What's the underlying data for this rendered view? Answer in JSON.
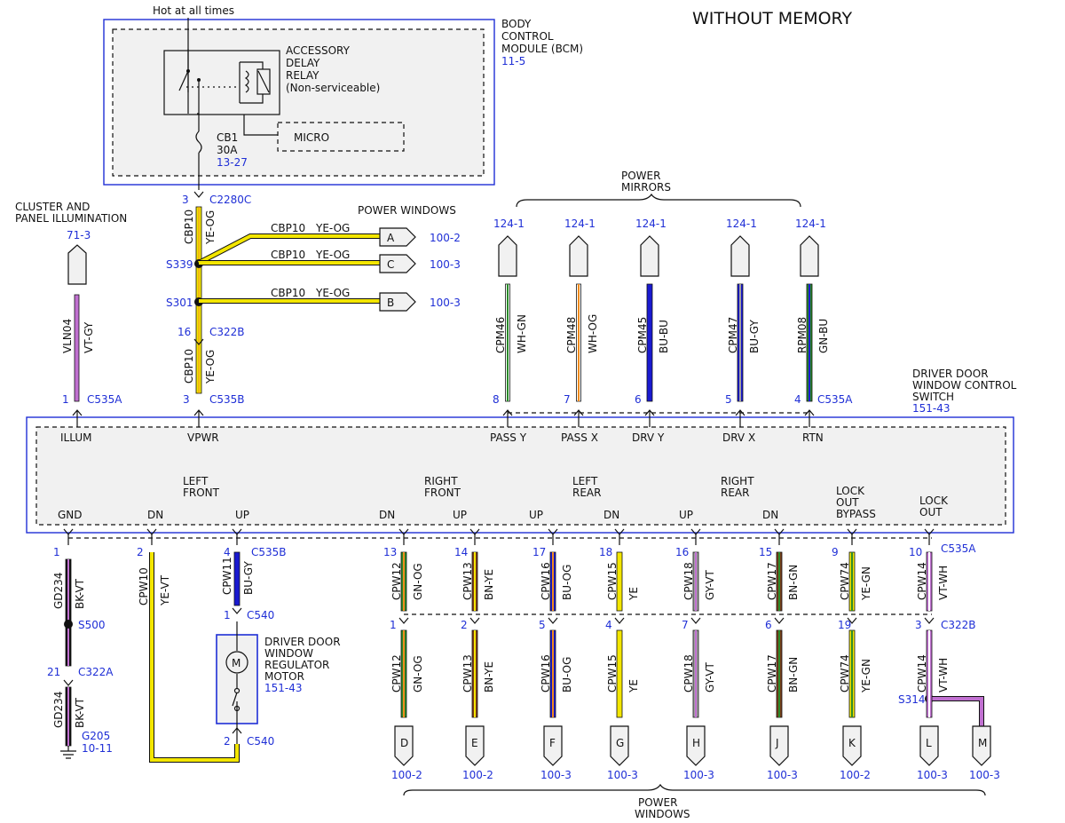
{
  "title": "WITHOUT MEMORY",
  "bcm": {
    "name_lines": [
      "BODY",
      "CONTROL",
      "MODULE (BCM)"
    ],
    "ref": "11-5",
    "hot_label": "Hot at all times",
    "relay_lines": [
      "ACCESSORY",
      "DELAY",
      "RELAY",
      "(Non-serviceable)"
    ],
    "micro": "MICRO",
    "breaker": "CB1",
    "breaker_rating": "30A",
    "breaker_ref": "13-27"
  },
  "switch": {
    "name_lines": [
      "DRIVER DOOR",
      "WINDOW CONTROL",
      "SWITCH"
    ],
    "ref": "151-43",
    "pins_top": [
      "ILLUM",
      "VPWR",
      "PASS Y",
      "PASS X",
      "DRV Y",
      "DRV X",
      "RTN"
    ],
    "group_labels": [
      [
        "LEFT",
        "FRONT"
      ],
      [
        "RIGHT",
        "FRONT"
      ],
      [
        "LEFT",
        "REAR"
      ],
      [
        "RIGHT",
        "REAR"
      ],
      [
        "LOCK",
        "OUT",
        "BYPASS"
      ],
      [
        "LOCK",
        "OUT"
      ]
    ],
    "pins_bottom": [
      "GND",
      "DN",
      "UP",
      "DN",
      "UP",
      "UP",
      "DN",
      "UP",
      "DN"
    ]
  },
  "labels": {
    "cluster_lines": [
      "CLUSTER AND",
      "PANEL ILLUMINATION"
    ],
    "cluster_ref": "71-3",
    "power_windows_top": "POWER WINDOWS",
    "power_mirrors_lines": [
      "POWER",
      "MIRRORS"
    ],
    "power_windows_bottom_lines": [
      "POWER",
      "WINDOWS"
    ],
    "motor_lines": [
      "DRIVER DOOR",
      "WINDOW",
      "REGULATOR",
      "MOTOR"
    ],
    "motor_ref": "151-43",
    "motor_symbol": "M"
  },
  "wires": [
    {
      "circuit": "VLN04",
      "color": "VT-GY"
    },
    {
      "circuit": "CBP10",
      "color": "YE-OG"
    },
    {
      "circuit": "CPM46",
      "color": "WH-GN"
    },
    {
      "circuit": "CPM48",
      "color": "WH-OG"
    },
    {
      "circuit": "CPM45",
      "color": "BU-BU"
    },
    {
      "circuit": "CPM47",
      "color": "BU-GY"
    },
    {
      "circuit": "RPM08",
      "color": "GN-BU"
    },
    {
      "circuit": "GD234",
      "color": "BK-VT"
    },
    {
      "circuit": "CPW10",
      "color": "YE-VT"
    },
    {
      "circuit": "CPW11",
      "color": "BU-GY"
    },
    {
      "circuit": "CPW12",
      "color": "GN-OG"
    },
    {
      "circuit": "CPW13",
      "color": "BN-YE"
    },
    {
      "circuit": "CPW16",
      "color": "BU-OG"
    },
    {
      "circuit": "CPW15",
      "color": "YE"
    },
    {
      "circuit": "CPW18",
      "color": "GY-VT"
    },
    {
      "circuit": "CPW17",
      "color": "BN-GN"
    },
    {
      "circuit": "CPW74",
      "color": "YE-GN"
    },
    {
      "circuit": "CPW14",
      "color": "VT-WH"
    }
  ],
  "connectors": {
    "c2280c": "C2280C",
    "c322b": "C322B",
    "c535b": "C535B",
    "c535a": "C535A",
    "c540": "C540",
    "c322a": "C322A"
  },
  "splices": {
    "s339": "S339",
    "s301": "S301",
    "s500": "S500",
    "s314": "S314"
  },
  "ground": {
    "name": "G205",
    "ref": "10-11"
  },
  "pins": {
    "c2280c": "3",
    "c322b_vpwr": "16",
    "c535b_vpwr": "3",
    "illum": "1",
    "mirror": [
      "8",
      "7",
      "6",
      "5",
      "4"
    ],
    "gnd_top": "1",
    "gnd_c322a": "21",
    "dn_lf": "2",
    "up_lf": "4",
    "motor_top": "1",
    "motor_bot": "2",
    "win_top": [
      "13",
      "14",
      "17",
      "18",
      "16",
      "15",
      "9",
      "10"
    ],
    "win_bot": [
      "1",
      "2",
      "5",
      "4",
      "7",
      "6",
      "19",
      "3"
    ]
  },
  "mirror_ref": "124-1",
  "pw_connectors": [
    {
      "letter": "A",
      "ref": "100-2"
    },
    {
      "letter": "C",
      "ref": "100-3"
    },
    {
      "letter": "B",
      "ref": "100-3"
    }
  ],
  "bottom_connectors": [
    {
      "letter": "D",
      "ref": "100-2"
    },
    {
      "letter": "E",
      "ref": "100-2"
    },
    {
      "letter": "F",
      "ref": "100-3"
    },
    {
      "letter": "G",
      "ref": "100-3"
    },
    {
      "letter": "H",
      "ref": "100-3"
    },
    {
      "letter": "J",
      "ref": "100-3"
    },
    {
      "letter": "K",
      "ref": "100-2"
    },
    {
      "letter": "L",
      "ref": "100-3"
    },
    {
      "letter": "M",
      "ref": "100-3"
    }
  ],
  "colors": {
    "YE": "#f3e600",
    "OG": "#f08a1c",
    "VT": "#c070d0",
    "GY": "#a0a0a0",
    "WH": "#ffffff",
    "GN": "#2a8a2a",
    "BU": "#1a1ad0",
    "BK": "#111111",
    "BN": "#7a3b1a",
    "link": "#1f2fd6"
  }
}
